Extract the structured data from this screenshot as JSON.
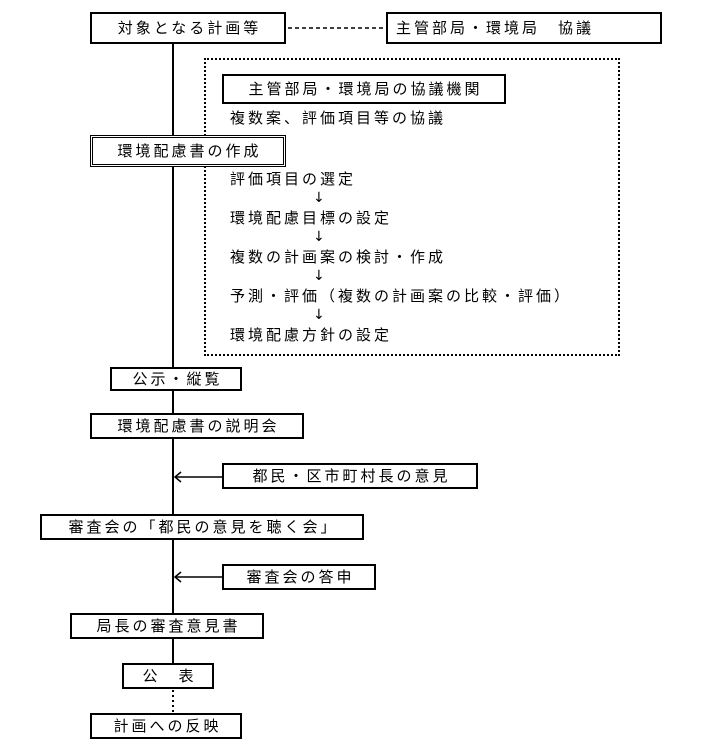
{
  "flow": {
    "target_plan": "対象となる計画等",
    "department_consultation": "主管部局・環境局　協議",
    "consultation_body": "主管部局・環境局の協議機関",
    "consultation_subject": "複数案、評価項目等の協議",
    "create_report": "環境配慮書の作成",
    "steps": [
      "評価項目の選定",
      "環境配慮目標の設定",
      "複数の計画案の検討・作成",
      "予測・評価（複数の計画案の比較・評価）",
      "環境配慮方針の設定"
    ],
    "step_arrow": "↓",
    "public_notice": "公示・縦覧",
    "briefing": "環境配慮書の説明会",
    "citizen_opinions": "都民・区市町村長の意見",
    "hearing": "審査会の「都民の意見を聴く会」",
    "council_report": "審査会の答申",
    "director_opinion": "局長の審査意見書",
    "announcement": "公　表",
    "reflection": "計画への反映"
  }
}
